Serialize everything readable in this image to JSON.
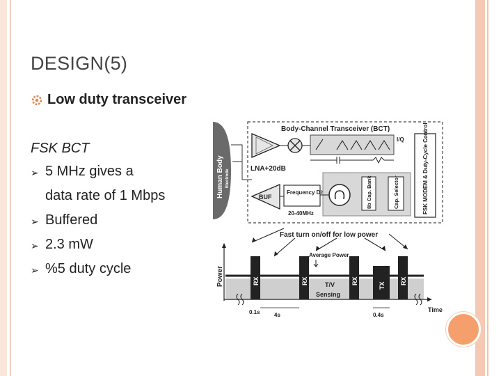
{
  "slide": {
    "title": "DESIGN(5)",
    "bullet": "Low duty transceiver",
    "sub_title": "FSK BCT",
    "items": [
      "5 MHz gives a",
      "data rate of 1 Mbps",
      "Buffered",
      "2.3 mW",
      "%5 duty cycle"
    ]
  },
  "diagram": {
    "human_body": "Human Body",
    "electrode": "Electrode",
    "bct_title": "Body-Channel Transceiver (BCT)",
    "lna": "LNA+20dB",
    "buf": "BUF",
    "freq_divider": "Frequency Divider",
    "freq_range": "20-40MHz",
    "cap_bank": "8b Cap. Bank",
    "cap_selector": "Cap. Selector",
    "fsk_modem": "FSK MODEM & Duty-Cycle Control",
    "iq": "I/Q",
    "fast_turn": "Fast turn on/off for low power",
    "avg_power": "Average Power",
    "power_axis": "Power",
    "time_axis": "Time",
    "rx": "RX",
    "tx": "TX",
    "tiv": "T/V",
    "sensing": "Sensing",
    "t1": "0.1s",
    "t2": "4s",
    "t3": "0.4s"
  },
  "colors": {
    "accent": "#f5a06c",
    "frame": "#f6c9b4"
  }
}
